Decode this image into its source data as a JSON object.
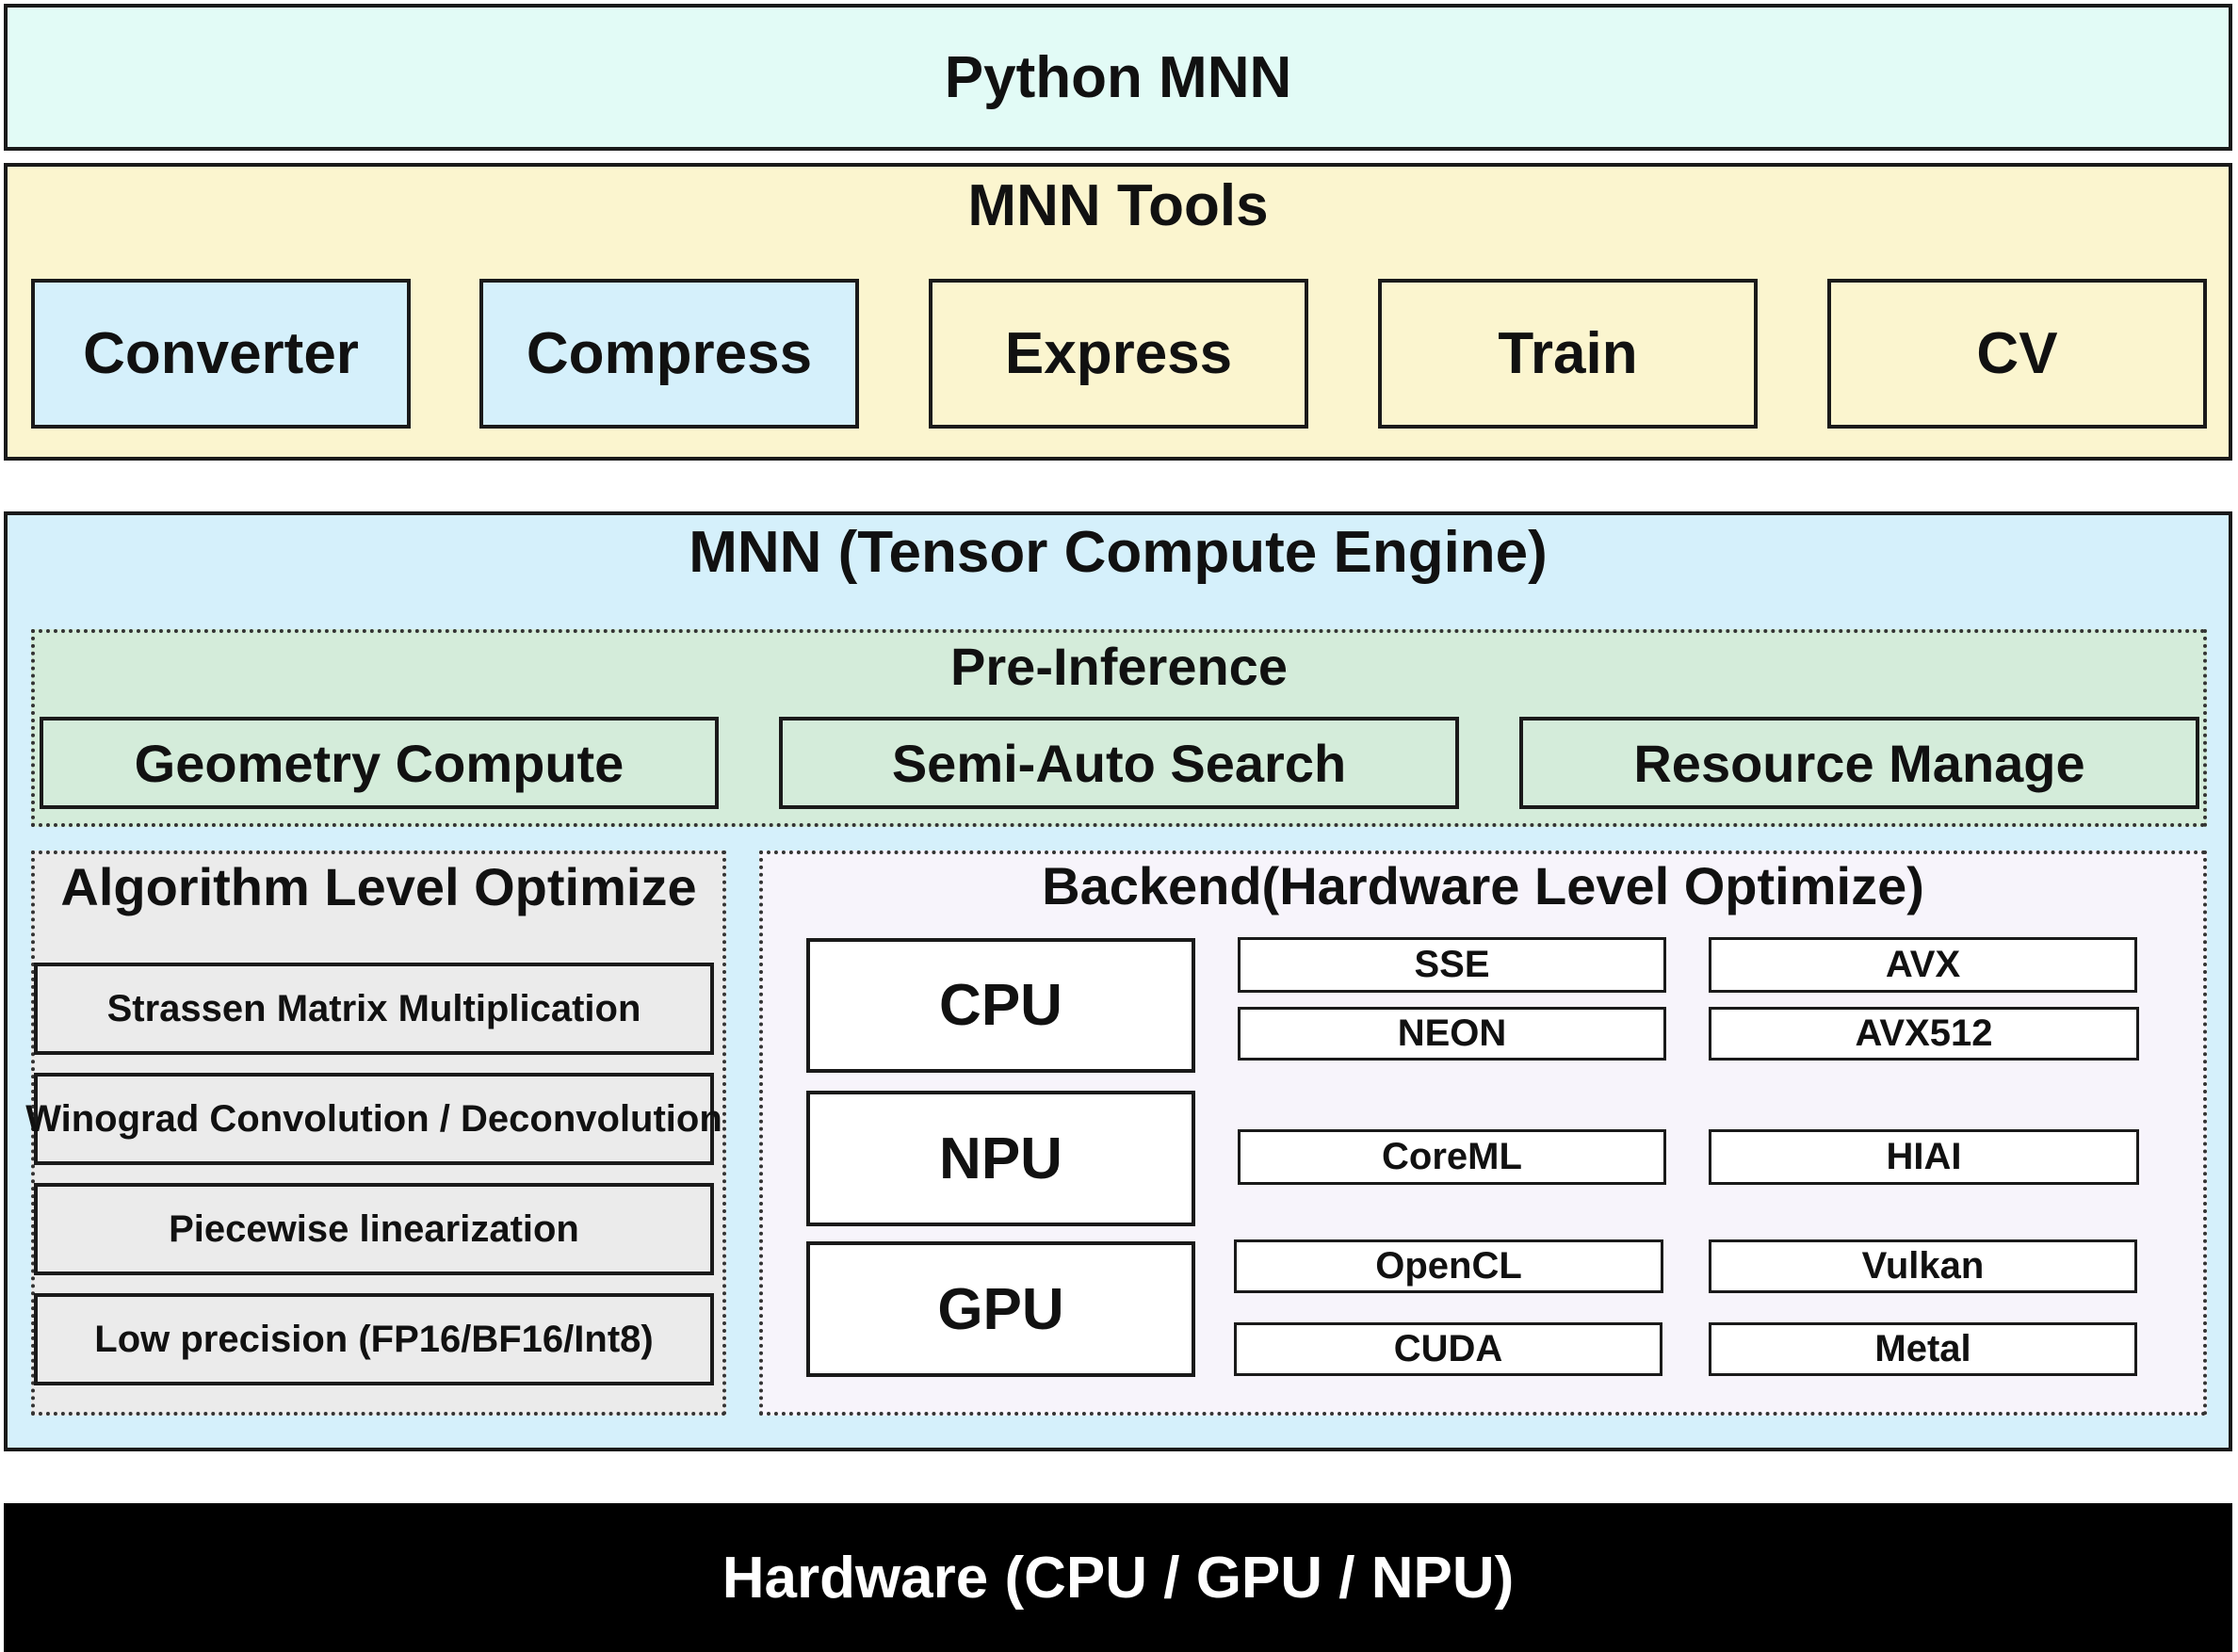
{
  "colors": {
    "python_bg": "#e2fbf6",
    "tools_bg": "#fbf5cf",
    "tool_blue_bg": "#d5f0fb",
    "engine_bg": "#d5f0fb",
    "preinference_bg": "#d4ecda",
    "algorithm_bg": "#ebebeb",
    "backend_bg": "#f7f4fb",
    "hardware_bg": "#000000",
    "hardware_text": "#ffffff"
  },
  "python_mnn": {
    "title": "Python MNN"
  },
  "tools": {
    "title": "MNN Tools",
    "items": [
      "Converter",
      "Compress",
      "Express",
      "Train",
      "CV"
    ]
  },
  "engine": {
    "title": "MNN (Tensor Compute Engine)",
    "preinference": {
      "title": "Pre-Inference",
      "items": [
        "Geometry Compute",
        "Semi-Auto Search",
        "Resource Manage"
      ]
    },
    "algorithm": {
      "title": "Algorithm Level Optimize",
      "items": [
        "Strassen Matrix Multiplication",
        "Winograd Convolution / Deconvolution",
        "Piecewise linearization",
        "Low precision (FP16/BF16/Int8)"
      ]
    },
    "backend": {
      "title": "Backend(Hardware Level Optimize)",
      "cpu": {
        "label": "CPU",
        "items": [
          "SSE",
          "AVX",
          "NEON",
          "AVX512"
        ]
      },
      "npu": {
        "label": "NPU",
        "items": [
          "CoreML",
          "HIAI"
        ]
      },
      "gpu": {
        "label": "GPU",
        "items": [
          "OpenCL",
          "Vulkan",
          "CUDA",
          "Metal"
        ]
      }
    }
  },
  "hardware": {
    "title": "Hardware (CPU / GPU / NPU)"
  }
}
